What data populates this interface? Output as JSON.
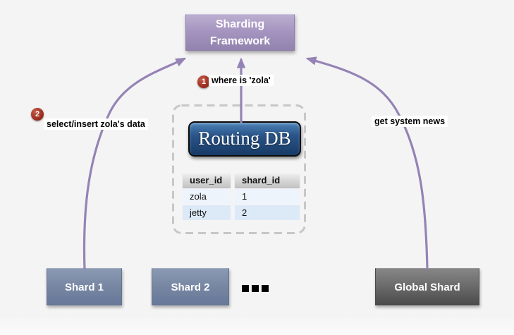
{
  "framework": {
    "line1": "Sharding",
    "line2": "Framework"
  },
  "routing_db": {
    "title": "Routing DB"
  },
  "routing_table": {
    "columns": [
      "user_id",
      "shard_id"
    ],
    "rows": [
      [
        "zola",
        "1"
      ],
      [
        "jetty",
        "2"
      ]
    ]
  },
  "shards": {
    "shard1": "Shard 1",
    "shard2": "Shard 2",
    "ellipsis": "...",
    "global_shard": "Global Shard"
  },
  "annotations": {
    "step1": {
      "badge": "1",
      "text": "where is 'zola'"
    },
    "step2": {
      "badge": "2",
      "text": "select/insert zola's data"
    },
    "news": {
      "text": "get system news"
    }
  },
  "colors": {
    "background": "#f4f4f5",
    "arrow": "#9583b5",
    "framework_box": "#a595c0",
    "routing_db_box": "#1d4272",
    "shard_box": "#72839f",
    "global_shard_box": "#5f5f5f",
    "step_badge": "#9e2d20",
    "table_row_odd": "#edf4fc",
    "table_row_even": "#dce9f7"
  }
}
